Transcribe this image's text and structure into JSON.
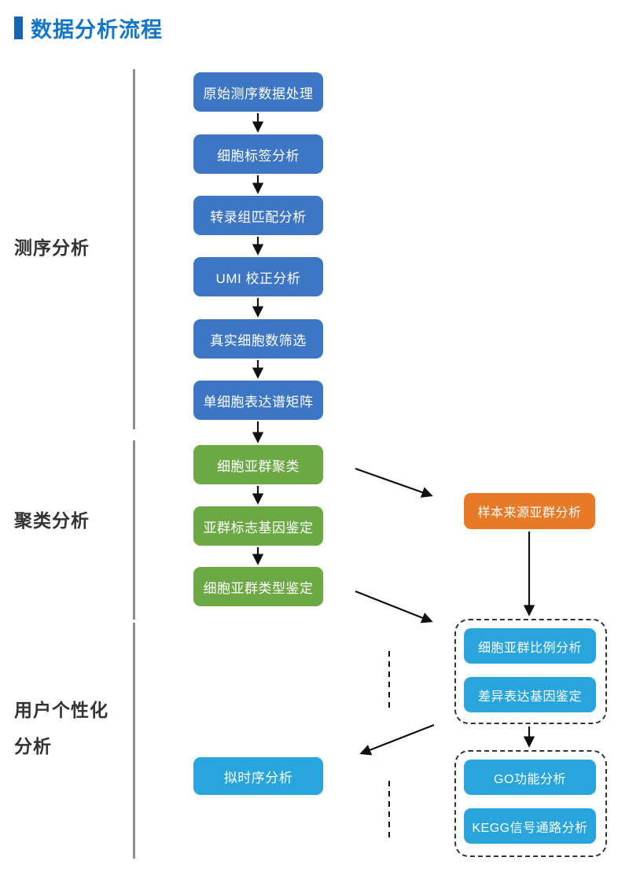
{
  "page": {
    "title": "数据分析流程"
  },
  "sections": {
    "sequencing": {
      "label": "测序分析"
    },
    "clustering": {
      "label": "聚类分析"
    },
    "personalized": {
      "line1": "用户个性化",
      "line2": "分析"
    }
  },
  "flow": {
    "sequencing_steps": [
      {
        "label": "原始测序数据处理"
      },
      {
        "label": "细胞标签分析"
      },
      {
        "label": "转录组匹配分析"
      },
      {
        "label": "UMI 校正分析"
      },
      {
        "label": "真实细胞数筛选"
      },
      {
        "label": "单细胞表达谱矩阵"
      }
    ],
    "clustering_steps": [
      {
        "label": "细胞亚群聚类"
      },
      {
        "label": "亚群标志基因鉴定"
      },
      {
        "label": "细胞亚群类型鉴定"
      }
    ],
    "sample_origin_analysis": {
      "label": "样本来源亚群分析"
    },
    "proportion_group": [
      {
        "label": "细胞亚群比例分析"
      },
      {
        "label": "差异表达基因鉴定"
      }
    ],
    "enrichment_group": [
      {
        "label": "GO功能分析"
      },
      {
        "label": "KEGG信号通路分析"
      }
    ],
    "pseudotime": {
      "label": "拟时序分析"
    }
  },
  "colors": {
    "title_text": "#1277cb",
    "title_bar": "#1464b2",
    "step_blue": "#3d76c4",
    "step_green": "#6ca844",
    "step_orange": "#e87a27",
    "step_cyan": "#29a5dd",
    "rail_gray": "#8f8f8f"
  }
}
